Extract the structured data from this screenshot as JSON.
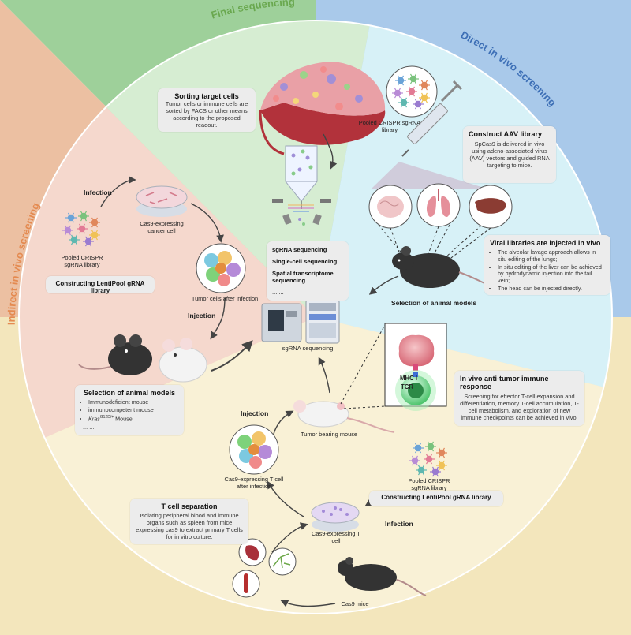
{
  "colors": {
    "final": "#d6edd2",
    "direct": "#d7f1f7",
    "indirect": "#f5d8cd",
    "vivo": "#f9f1d6",
    "ring_final": "#9ed09a",
    "ring_direct": "#a9c9ea",
    "ring_indirect": "#ecc0a2",
    "ring_vivo": "#f3e6bc",
    "title_final": "#6aa84f",
    "title_direct": "#3d6fb6",
    "title_indirect": "#e48a50"
  },
  "ring_titles": {
    "final": "Final sequencing",
    "direct": "Direct in vivo screening",
    "indirect": "Indirect in vivo screening"
  },
  "final": {
    "sorting_title": "Sorting target cells",
    "sorting_text": "Tumor cells or immune cells are sorted by FACS or other means according to the proposed readout."
  },
  "direct": {
    "library_label": "Pooled CRISPR sgRNA library",
    "aav_title": "Construct AAV library",
    "aav_text": "SpCas9 is delivered in vivo using adeno-associated virus (AAV) vectors and guided RNA targeting to  mice.",
    "viral_title": "Viral libraries are injected in vivo",
    "viral_items": [
      "The alveolar lavage approach allows in situ editing of the lungs;",
      "In situ editing of the liver can be achieved by hydrodynamic injection into the tail vein;",
      "The head can be injected directly."
    ],
    "selection_label": "Selection of  animal models"
  },
  "indirect": {
    "infection": "Infection",
    "cas9_cell": "Cas9-expressing cancer cell",
    "library_label": "Pooled CRISPR sgRNA library",
    "constructing": "Constructing  LentiPool gRNA library",
    "tumor_after": "Tumor cells after infection",
    "injection": "Injection",
    "models_title": "Selection of  animal models",
    "models": [
      "Immunodeficient mouse",
      "immunocompetent mouse"
    ],
    "kras_base": "Kras",
    "kras_sup": "G12D/+",
    "kras_suffix": " Mouse",
    "ellipsis": "... ..."
  },
  "sequencing": {
    "items": [
      "sgRNA sequencing",
      "Single-cell sequencing",
      "Spatial transcriptome sequencing"
    ],
    "ellipsis": "... ...",
    "machine_label": "sgRNA sequencing"
  },
  "vivo": {
    "mhc": "MHC I",
    "tcr": "TCR",
    "immune_title": "In vivo anti-tumor immune response",
    "immune_text": "Screening for effector T-cell expansion and differentiation, memory T-cell accumulation, T-cell metabolism, and exploration of new immune checkpoints can be achieved in vivo.",
    "tumor_mouse": "Tumor bearing mouse",
    "injection": "Injection",
    "tcell_after": "Cas9-expressing T cell  after infection",
    "library_label": "Pooled CRISPR sgRNA library",
    "constructing": "Constructing  LentiPool gRNA library",
    "infection": "Infection",
    "tcell": "Cas9-expressing T cell",
    "tsep_title": "T cell separation",
    "tsep_text": "Isolating peripheral blood and immune organs such as spleen from mice expressing cas9 to extract primary T cells for in vitro culture.",
    "cas9_mice": "Cas9 mice"
  }
}
